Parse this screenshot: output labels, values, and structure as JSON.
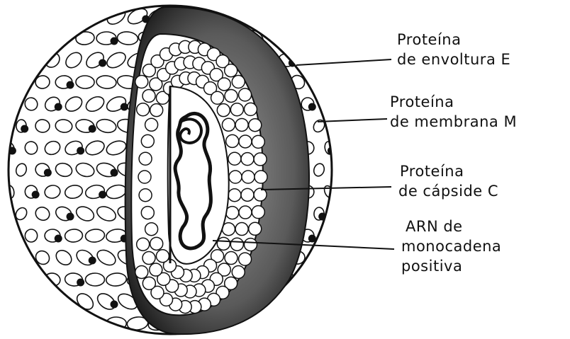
{
  "labels": {
    "envelope": [
      "Proteína",
      "de envoltura E"
    ],
    "membrane": [
      "Proteína",
      "de membrana M"
    ],
    "capsid": [
      "Proteína",
      "de cápside C"
    ],
    "rna": [
      "ARN de",
      "monocadena",
      "positiva"
    ]
  },
  "colors": {
    "ink": "#111111",
    "paper": "#ffffff",
    "membrane_dark": "#2a2a2a"
  }
}
